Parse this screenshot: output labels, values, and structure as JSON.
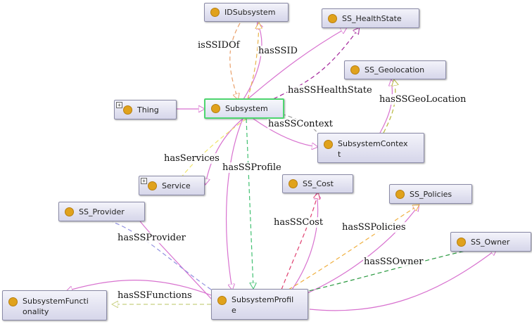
{
  "nodes": {
    "idsubsystem": "IDSubsystem",
    "ss_healthstate": "SS_HealthState",
    "ss_geolocation": "SS_Geolocation",
    "thing": "Thing",
    "subsystem": "Subsystem",
    "subsystemcontext_line1": "SubsystemContex",
    "subsystemcontext_line2": "t",
    "service": "Service",
    "ss_cost": "SS_Cost",
    "ss_policies": "SS_Policies",
    "ss_provider": "SS_Provider",
    "ss_owner": "SS_Owner",
    "subsystemfunctionality_line1": "SubsystemFuncti",
    "subsystemfunctionality_line2": "onality",
    "subsystemprofile_line1": "SubsystemProfil",
    "subsystemprofile_line2": "e"
  },
  "edges": {
    "isssidof": "isSSIDOf",
    "hasssid": "hasSSID",
    "hasSSHealthState": "hasSSHealthState",
    "hasSSGeoLocation": "hasSSGeoLocation",
    "hasSSContext": "hasSSContext",
    "hasServices": "hasServices",
    "hasSSProfile": "hasSSProfile",
    "hasSSCost": "hasSSCost",
    "hasSSPolicies": "hasSSPolicies",
    "hasSSProvider": "hasSSProvider",
    "hasSSOwner": "hasSSOwner",
    "hasSSFunctions": "hasSSFunctions"
  },
  "colors": {
    "subclass_edge": "#d872cf",
    "node_dot": "#e0a21c",
    "selected_border": "#4ed66f",
    "isssidof": "#e9a06a",
    "hasssid": "#e8b24a",
    "hasSSHealthState": "#a3259b",
    "hasSSGeoLocation": "#b6b73a",
    "hasSSContext": "#9a9a9a",
    "hasServices": "#f0e56a",
    "hasSSProfile": "#40c070",
    "hasSSCost": "#e04070",
    "hasSSPolicies": "#f0b040",
    "hasSSProvider": "#9090e0",
    "hasSSOwner": "#2a9a40",
    "hasSSFunctions": "#c8d080"
  }
}
